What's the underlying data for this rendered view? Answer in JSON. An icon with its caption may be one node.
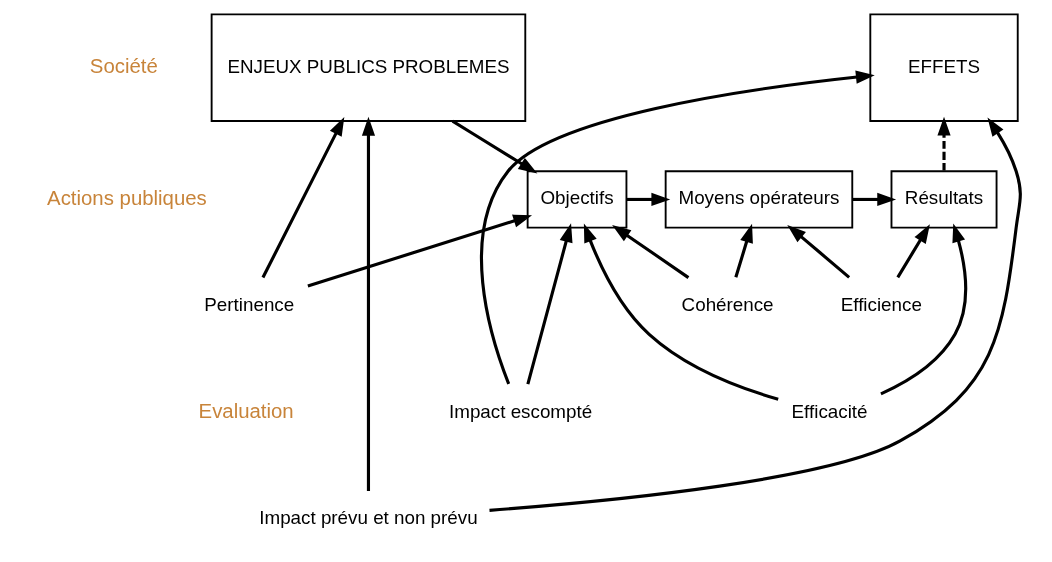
{
  "diagram": {
    "nodes": [
      {
        "text": [
          "ENJEUX PUBLICS PROBLEMES"
        ]
      },
      {
        "text": [
          "EFFETS"
        ]
      },
      {
        "text": [
          "Objectifs"
        ]
      },
      {
        "text": [
          "Moyens opérateurs"
        ]
      },
      {
        "text": [
          "Résultats"
        ]
      },
      {
        "text": [
          "Pertinence"
        ]
      },
      {
        "text": [
          "Cohérence"
        ]
      },
      {
        "text": [
          "Efficience"
        ]
      },
      {
        "text": [
          "Efficacité"
        ]
      },
      {
        "text": [
          "Impact escompté"
        ]
      },
      {
        "text": [
          "Impact prévu et non prévu"
        ]
      }
    ],
    "edges": [
      {
        "from": 0,
        "to": 2,
        "arrow": "to"
      },
      {
        "from": 2,
        "to": 3,
        "arrow": "to"
      },
      {
        "from": 3,
        "to": 4,
        "arrow": "to"
      },
      {
        "from": 4,
        "to": 1,
        "arrow": "to",
        "style": "dashed"
      },
      {
        "from": 5,
        "to": 0,
        "arrow": "to"
      },
      {
        "from": 5,
        "to": 2,
        "arrow": "to"
      },
      {
        "from": 6,
        "to": 2,
        "arrow": "to"
      },
      {
        "from": 6,
        "to": 3,
        "arrow": "to"
      },
      {
        "from": 7,
        "to": 3,
        "arrow": "to"
      },
      {
        "from": 7,
        "to": 4,
        "arrow": "to"
      },
      {
        "from": 8,
        "to": 2,
        "arrow": "to"
      },
      {
        "from": 8,
        "to": 4,
        "arrow": "to"
      },
      {
        "from": 9,
        "to": 2,
        "arrow": "to"
      },
      {
        "from": 9,
        "to": 1,
        "arrow": "to"
      },
      {
        "from": 10,
        "to": 0,
        "arrow": "to"
      },
      {
        "from": 10,
        "to": 1,
        "arrow": "to"
      }
    ],
    "labels": [
      "Société",
      "Actions publiques",
      "Evaluation"
    ]
  }
}
